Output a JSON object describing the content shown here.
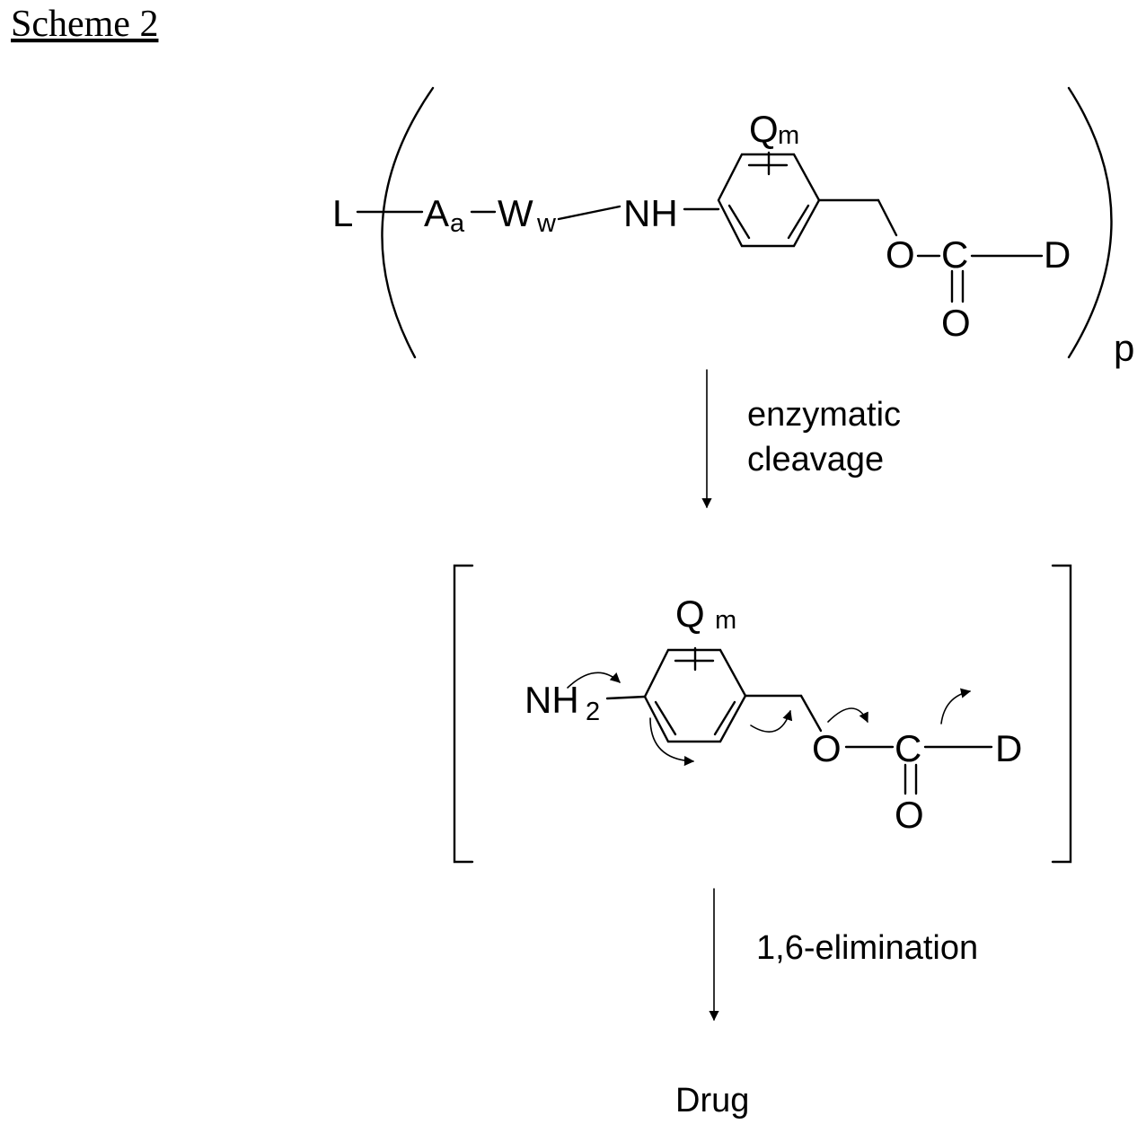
{
  "scheme_title": "Scheme 2",
  "top_structure": {
    "L": "L",
    "A": "A",
    "a_sub": "a",
    "W": "W",
    "w_sub": "w",
    "NH": "NH",
    "Q": "Q",
    "m_sub": "m",
    "O": "O",
    "C": "C",
    "carbonyl_O": "O",
    "D": "D",
    "p_sub": "p"
  },
  "step1_label_line1": "enzymatic",
  "step1_label_line2": "cleavage",
  "intermediate": {
    "NH": "NH",
    "two_sub": "2",
    "Q": "Q",
    "m_sub": "m",
    "O": "O",
    "C": "C",
    "carbonyl_O": "O",
    "D": "D"
  },
  "step2_label": "1,6-elimination",
  "product": "Drug"
}
